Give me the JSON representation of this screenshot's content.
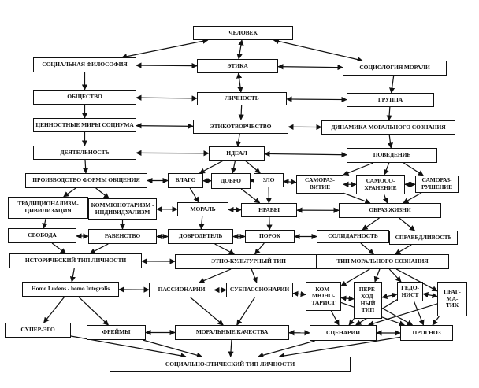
{
  "diagram": {
    "nodes": [
      {
        "id": "chelovek",
        "label": "ЧЕЛОВЕК"
      },
      {
        "id": "soc_filosofia",
        "label": "СОЦИАЛЬНАЯ ФИЛОСОФИЯ"
      },
      {
        "id": "etika",
        "label": "ЭТИКА"
      },
      {
        "id": "soc_morali",
        "label": "СОЦИОЛОГИЯ МОРАЛИ"
      },
      {
        "id": "obshchestvo",
        "label": "ОБЩЕСТВО"
      },
      {
        "id": "lichnost",
        "label": "ЛИЧНОСТЬ"
      },
      {
        "id": "gruppa",
        "label": "ГРУППА"
      },
      {
        "id": "cennostnye",
        "label": "ЦЕННОСТНЫЕ МИРЫ СОЦИУМА"
      },
      {
        "id": "etikotvorchestvo",
        "label": "ЭТИКОТВОРЧЕСТВО"
      },
      {
        "id": "dinamika",
        "label": "ДИНАМИКА МОРАЛЬНОГО СОЗНАНИЯ"
      },
      {
        "id": "deyatelnost",
        "label": "ДЕЯТЕЛЬНОСТЬ"
      },
      {
        "id": "ideal",
        "label": "ИДЕАЛ"
      },
      {
        "id": "povedenie",
        "label": "ПОВЕДЕНИЕ"
      },
      {
        "id": "proizvodstvo",
        "label": "ПРОИЗВОДСТВО ФОРМЫ ОБЩЕНИЯ"
      },
      {
        "id": "blago",
        "label": "БЛАГО"
      },
      {
        "id": "dobro",
        "label": "ДОБРО"
      },
      {
        "id": "zlo",
        "label": "ЗЛО"
      },
      {
        "id": "samorazvitie",
        "label": "САМОРАЗ-\nВИТИЕ"
      },
      {
        "id": "samosohranenie",
        "label": "САМОСО-\nХРАНЕНИЕ"
      },
      {
        "id": "samorazrushenie",
        "label": "САМОРАЗ-\nРУШЕНИЕ"
      },
      {
        "id": "tradicionalizm",
        "label": "ТРАДИЦИОНАЛИЗМ-\nЦИВИЛИЗАЦИЯ"
      },
      {
        "id": "kommunotarizm",
        "label": "КОММЮНОТАРИЗМ -\nИНДИВИДУАЛИЗМ"
      },
      {
        "id": "moral",
        "label": "МОРАЛЬ"
      },
      {
        "id": "nravy",
        "label": "НРАВЫ"
      },
      {
        "id": "obraz_zhizni",
        "label": "ОБРАЗ ЖИЗНИ"
      },
      {
        "id": "svoboda",
        "label": "СВОБОДА"
      },
      {
        "id": "ravenstvo",
        "label": "РАВЕНСТВО"
      },
      {
        "id": "dobrodetel",
        "label": "ДОБРОДЕТЕЛЬ"
      },
      {
        "id": "porok",
        "label": "ПОРОК"
      },
      {
        "id": "solidarnost",
        "label": "СОЛИДАРНОСТЬ"
      },
      {
        "id": "spravedlivost",
        "label": "СПРАВЕДЛИВОСТЬ"
      },
      {
        "id": "istoricheskiy",
        "label": "ИСТОРИЧЕСКИЙ ТИП ЛИЧНОСТИ"
      },
      {
        "id": "etnokulturny",
        "label": "ЭТНО-КУЛЬТУРНЫЙ ТИП"
      },
      {
        "id": "tip_moralnogo",
        "label": "ТИП МОРАЛЬНОГО СОЗНАНИЯ"
      },
      {
        "id": "homo",
        "label": "Homo Ludens - homo Integralis"
      },
      {
        "id": "passionarii",
        "label": "ПАССИОНАРИИ"
      },
      {
        "id": "subpassionarii",
        "label": "СУБПАССИОНАРИИ"
      },
      {
        "id": "kommunotarist",
        "label": "КОМ-\nМЮНО-\nТАРИСТ"
      },
      {
        "id": "perehodny",
        "label": "ПЕРЕ-\nХОД-\nНЫЙ\nТИП"
      },
      {
        "id": "gedonist",
        "label": "ГЕДО-\nНИСТ"
      },
      {
        "id": "pragmatik",
        "label": "ПРАГ-\nМА-\nТИК"
      },
      {
        "id": "super_ego",
        "label": "СУПЕР-ЭГО"
      },
      {
        "id": "freymy",
        "label": "ФРЕЙМЫ"
      },
      {
        "id": "moralnye_kachestva",
        "label": "МОРАЛЬНЫЕ КАЧЕСТВА"
      },
      {
        "id": "scenarii",
        "label": "СЦЕНАРИИ"
      },
      {
        "id": "prognoz",
        "label": "ПРОГНОЗ"
      },
      {
        "id": "soc_etich_tip",
        "label": "СОЦИАЛЬНО-ЭТИЧЕСКИЙ ТИП ЛИЧНОСТИ"
      }
    ],
    "edges": [
      {
        "from": "chelovek",
        "to": "soc_filosofia",
        "dir": "both"
      },
      {
        "from": "chelovek",
        "to": "etika",
        "dir": "both"
      },
      {
        "from": "chelovek",
        "to": "soc_morali",
        "dir": "both"
      },
      {
        "from": "soc_filosofia",
        "to": "etika",
        "dir": "both"
      },
      {
        "from": "etika",
        "to": "soc_morali",
        "dir": "both"
      },
      {
        "from": "etika",
        "to": "lichnost",
        "dir": "both"
      },
      {
        "from": "soc_filosofia",
        "to": "obshchestvo",
        "dir": "forward"
      },
      {
        "from": "soc_morali",
        "to": "gruppa",
        "dir": "forward"
      },
      {
        "from": "obshchestvo",
        "to": "lichnost",
        "dir": "both"
      },
      {
        "from": "lichnost",
        "to": "gruppa",
        "dir": "both"
      },
      {
        "from": "obshchestvo",
        "to": "cennostnye",
        "dir": "forward"
      },
      {
        "from": "lichnost",
        "to": "etikotvorchestvo",
        "dir": "forward"
      },
      {
        "from": "gruppa",
        "to": "dinamika",
        "dir": "forward"
      },
      {
        "from": "cennostnye",
        "to": "etikotvorchestvo",
        "dir": "both"
      },
      {
        "from": "etikotvorchestvo",
        "to": "dinamika",
        "dir": "both"
      },
      {
        "from": "cennostnye",
        "to": "deyatelnost",
        "dir": "forward"
      },
      {
        "from": "etikotvorchestvo",
        "to": "ideal",
        "dir": "forward"
      },
      {
        "from": "dinamika",
        "to": "povedenie",
        "dir": "forward"
      },
      {
        "from": "deyatelnost",
        "to": "ideal",
        "dir": "both"
      },
      {
        "from": "ideal",
        "to": "povedenie",
        "dir": "both"
      },
      {
        "from": "deyatelnost",
        "to": "proizvodstvo",
        "dir": "forward"
      },
      {
        "from": "ideal",
        "to": "blago",
        "dir": "forward"
      },
      {
        "from": "ideal",
        "to": "dobro",
        "dir": "forward"
      },
      {
        "from": "ideal",
        "to": "zlo",
        "dir": "forward"
      },
      {
        "from": "povedenie",
        "to": "samorazvitie",
        "dir": "forward"
      },
      {
        "from": "povedenie",
        "to": "samosohranenie",
        "dir": "forward"
      },
      {
        "from": "povedenie",
        "to": "samorazrushenie",
        "dir": "forward"
      },
      {
        "from": "proizvodstvo",
        "to": "blago",
        "dir": "both"
      },
      {
        "from": "blago",
        "to": "dobro",
        "dir": "both"
      },
      {
        "from": "dobro",
        "to": "zlo",
        "dir": "both"
      },
      {
        "from": "zlo",
        "to": "samorazvitie",
        "dir": "both"
      },
      {
        "from": "samorazvitie",
        "to": "samosohranenie",
        "dir": "both"
      },
      {
        "from": "samosohranenie",
        "to": "samorazrushenie",
        "dir": "both"
      },
      {
        "from": "proizvodstvo",
        "to": "tradicionalizm",
        "dir": "forward"
      },
      {
        "from": "proizvodstvo",
        "to": "kommunotarizm",
        "dir": "forward"
      },
      {
        "from": "tradicionalizm",
        "to": "kommunotarizm",
        "dir": "both"
      },
      {
        "from": "kommunotarizm",
        "to": "moral",
        "dir": "both"
      },
      {
        "from": "blago",
        "to": "moral",
        "dir": "forward"
      },
      {
        "from": "dobro",
        "to": "nravy",
        "dir": "forward"
      },
      {
        "from": "zlo",
        "to": "nravy",
        "dir": "forward"
      },
      {
        "from": "moral",
        "to": "nravy",
        "dir": "both"
      },
      {
        "from": "nravy",
        "to": "obraz_zhizni",
        "dir": "both"
      },
      {
        "from": "samorazvitie",
        "to": "obraz_zhizni",
        "dir": "forward"
      },
      {
        "from": "samosohranenie",
        "to": "obraz_zhizni",
        "dir": "forward"
      },
      {
        "from": "samorazrushenie",
        "to": "obraz_zhizni",
        "dir": "forward"
      },
      {
        "from": "tradicionalizm",
        "to": "svoboda",
        "dir": "forward"
      },
      {
        "from": "kommunotarizm",
        "to": "ravenstvo",
        "dir": "forward"
      },
      {
        "from": "moral",
        "to": "dobrodetel",
        "dir": "forward"
      },
      {
        "from": "nravy",
        "to": "porok",
        "dir": "forward"
      },
      {
        "from": "obraz_zhizni",
        "to": "solidarnost",
        "dir": "forward"
      },
      {
        "from": "obraz_zhizni",
        "to": "spravedlivost",
        "dir": "forward"
      },
      {
        "from": "svoboda",
        "to": "ravenstvo",
        "dir": "both"
      },
      {
        "from": "ravenstvo",
        "to": "dobrodetel",
        "dir": "both"
      },
      {
        "from": "dobrodetel",
        "to": "porok",
        "dir": "both"
      },
      {
        "from": "porok",
        "to": "solidarnost",
        "dir": "both"
      },
      {
        "from": "solidarnost",
        "to": "spravedlivost",
        "dir": "both"
      },
      {
        "from": "svoboda",
        "to": "istoricheskiy",
        "dir": "forward"
      },
      {
        "from": "ravenstvo",
        "to": "istoricheskiy",
        "dir": "forward"
      },
      {
        "from": "dobrodetel",
        "to": "etnokulturny",
        "dir": "forward"
      },
      {
        "from": "porok",
        "to": "etnokulturny",
        "dir": "forward"
      },
      {
        "from": "solidarnost",
        "to": "tip_moralnogo",
        "dir": "forward"
      },
      {
        "from": "spravedlivost",
        "to": "tip_moralnogo",
        "dir": "forward"
      },
      {
        "from": "istoricheskiy",
        "to": "etnokulturny",
        "dir": "both"
      },
      {
        "from": "etnokulturny",
        "to": "tip_moralnogo",
        "dir": "both"
      },
      {
        "from": "istoricheskiy",
        "to": "homo",
        "dir": "forward"
      },
      {
        "from": "etnokulturny",
        "to": "passionarii",
        "dir": "forward"
      },
      {
        "from": "etnokulturny",
        "to": "subpassionarii",
        "dir": "forward"
      },
      {
        "from": "tip_moralnogo",
        "to": "kommunotarist",
        "dir": "forward"
      },
      {
        "from": "tip_moralnogo",
        "to": "perehodny",
        "dir": "forward"
      },
      {
        "from": "tip_moralnogo",
        "to": "gedonist",
        "dir": "forward"
      },
      {
        "from": "tip_moralnogo",
        "to": "pragmatik",
        "dir": "forward"
      },
      {
        "from": "homo",
        "to": "passionarii",
        "dir": "both"
      },
      {
        "from": "passionarii",
        "to": "subpassionarii",
        "dir": "both"
      },
      {
        "from": "subpassionarii",
        "to": "kommunotarist",
        "dir": "both"
      },
      {
        "from": "kommunotarist",
        "to": "perehodny",
        "dir": "both"
      },
      {
        "from": "perehodny",
        "to": "gedonist",
        "dir": "both"
      },
      {
        "from": "gedonist",
        "to": "pragmatik",
        "dir": "both"
      },
      {
        "from": "homo",
        "to": "super_ego",
        "dir": "forward"
      },
      {
        "from": "homo",
        "to": "freymy",
        "dir": "forward"
      },
      {
        "from": "passionarii",
        "to": "moralnye_kachestva",
        "dir": "forward"
      },
      {
        "from": "subpassionarii",
        "to": "moralnye_kachestva",
        "dir": "forward"
      },
      {
        "from": "kommunotarist",
        "to": "scenarii",
        "dir": "forward"
      },
      {
        "from": "kommunotarist",
        "to": "prognoz",
        "dir": "forward"
      },
      {
        "from": "perehodny",
        "to": "scenarii",
        "dir": "forward"
      },
      {
        "from": "perehodny",
        "to": "prognoz",
        "dir": "forward"
      },
      {
        "from": "gedonist",
        "to": "scenarii",
        "dir": "forward"
      },
      {
        "from": "gedonist",
        "to": "prognoz",
        "dir": "forward"
      },
      {
        "from": "pragmatik",
        "to": "scenarii",
        "dir": "forward"
      },
      {
        "from": "pragmatik",
        "to": "prognoz",
        "dir": "forward"
      },
      {
        "from": "freymy",
        "to": "moralnye_kachestva",
        "dir": "both"
      },
      {
        "from": "moralnye_kachestva",
        "to": "scenarii",
        "dir": "both"
      },
      {
        "from": "scenarii",
        "to": "prognoz",
        "dir": "both"
      },
      {
        "from": "super_ego",
        "to": "soc_etich_tip",
        "dir": "forward"
      },
      {
        "from": "freymy",
        "to": "soc_etich_tip",
        "dir": "forward"
      },
      {
        "from": "moralnye_kachestva",
        "to": "soc_etich_tip",
        "dir": "forward"
      },
      {
        "from": "scenarii",
        "to": "soc_etich_tip",
        "dir": "forward"
      },
      {
        "from": "prognoz",
        "to": "soc_etich_tip",
        "dir": "forward"
      }
    ]
  }
}
